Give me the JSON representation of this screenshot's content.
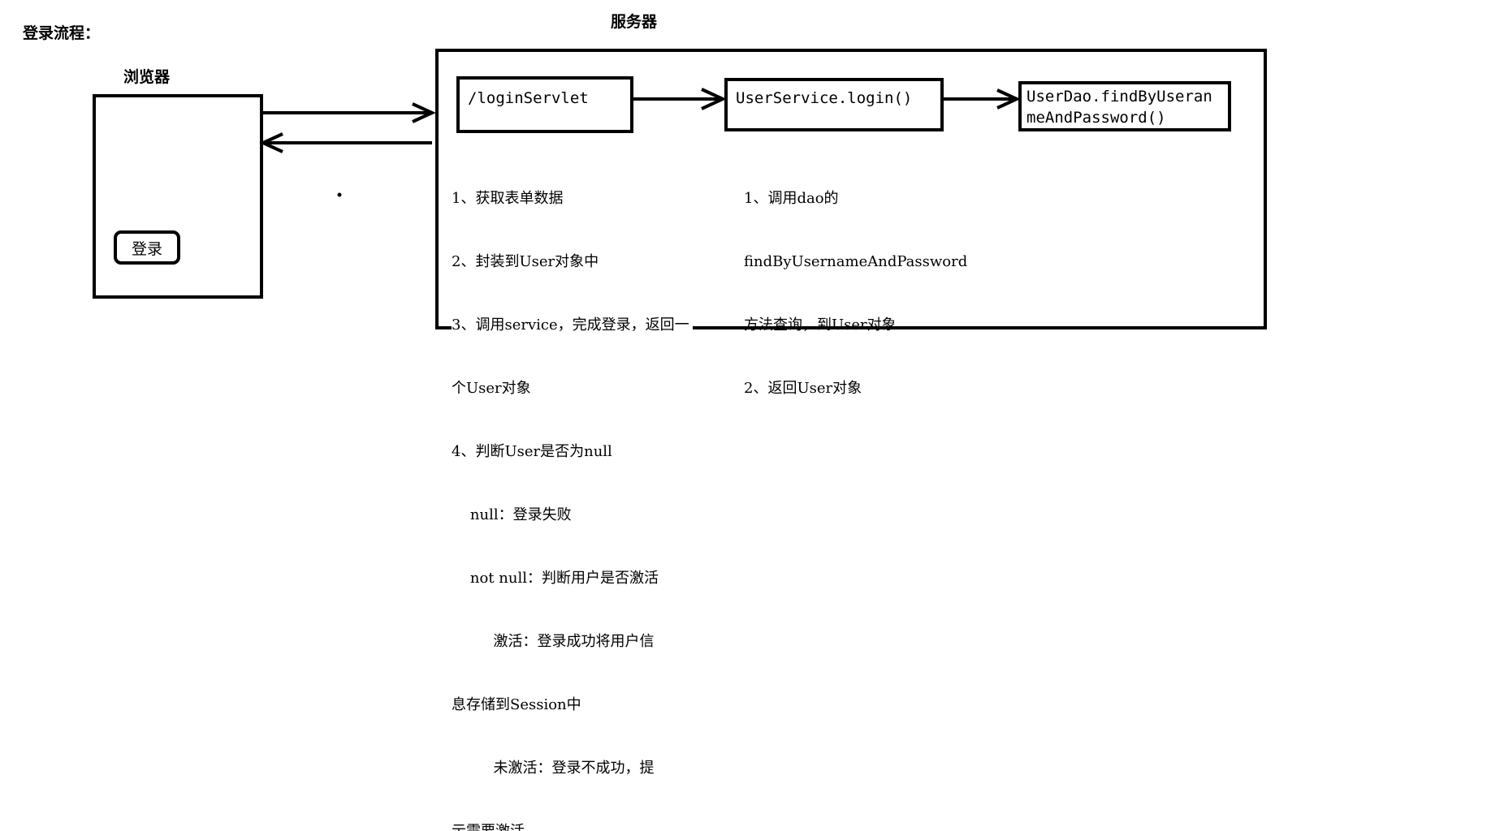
{
  "page_title": "登录流程：",
  "browser": {
    "title": "浏览器",
    "login_button": "登录"
  },
  "server": {
    "title": "服务器",
    "servlet_label": "/loginServlet",
    "service_label": "UserService.login()",
    "dao_label_line1": "UserDao.findByUseran",
    "dao_label_line2": "meAndPassword()"
  },
  "servlet_notes": [
    "1、获取表单数据",
    "2、封装到User对象中",
    "3、调用service，完成登录，返回一",
    "个User对象",
    "4、判断User是否为null",
    "    null：登录失败",
    "    not null：判断用户是否激活",
    "         激活：登录成功将用户信",
    "息存储到Session中",
    "         未激活：登录不成功，提",
    "示需要激活"
  ],
  "service_notes": [
    "1、调用dao的",
    "findByUsernameAndPassword",
    "方法查询，到User对象",
    "2、返回User对象"
  ]
}
